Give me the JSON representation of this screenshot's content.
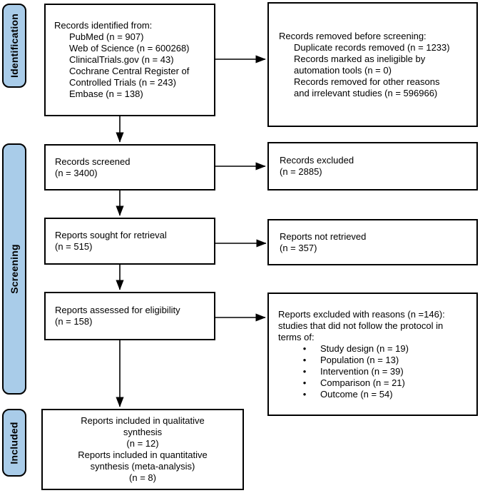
{
  "diagram": {
    "type": "prisma-flow",
    "stages": [
      {
        "label": "Identification"
      },
      {
        "label": "Screening"
      },
      {
        "label": "Included"
      }
    ],
    "colors": {
      "stage_fill": "#A9CCE9",
      "box_border": "#000000",
      "arrow": "#000000",
      "background": "#FFFFFF"
    },
    "boxes": {
      "identified": {
        "lines": [
          "Records identified from:",
          "PubMed (n = 907)",
          "Web of Science (n = 600268)",
          "ClinicalTrials.gov (n = 43)",
          "Cochrane Central Register of",
          "Controlled Trials (n = 243)",
          "Embase (n = 138)"
        ]
      },
      "removed": {
        "lines": [
          "Records removed before screening:",
          "Duplicate records removed (n = 1233)",
          "Records marked as ineligible by",
          "automation tools (n = 0)",
          "Records removed for other reasons",
          "and irrelevant studies (n = 596966)"
        ]
      },
      "screened": {
        "lines": [
          "Records screened",
          "(n = 3400)"
        ]
      },
      "records_excluded": {
        "lines": [
          "Records excluded",
          "(n = 2885)"
        ]
      },
      "sought": {
        "lines": [
          "Reports sought for retrieval",
          "(n = 515)"
        ]
      },
      "not_retrieved": {
        "lines": [
          "Reports not retrieved",
          "(n = 357)"
        ]
      },
      "assessed": {
        "lines": [
          "Reports assessed for eligibility",
          "(n = 158)"
        ]
      },
      "excluded_reasons": {
        "lines": [
          "Reports excluded with reasons (n =146):",
          "studies that did not follow the protocol in",
          "terms of:"
        ],
        "bullets": [
          "Study design (n = 19)",
          "Population (n = 13)",
          "Intervention (n = 39)",
          "Comparison (n = 21)",
          "Outcome (n = 54)"
        ]
      },
      "included_synthesis": {
        "lines": [
          "Reports included in qualitative",
          "synthesis",
          "(n = 12)",
          "Reports included in quantitative",
          "synthesis (meta-analysis)",
          "(n = 8)"
        ]
      }
    }
  }
}
